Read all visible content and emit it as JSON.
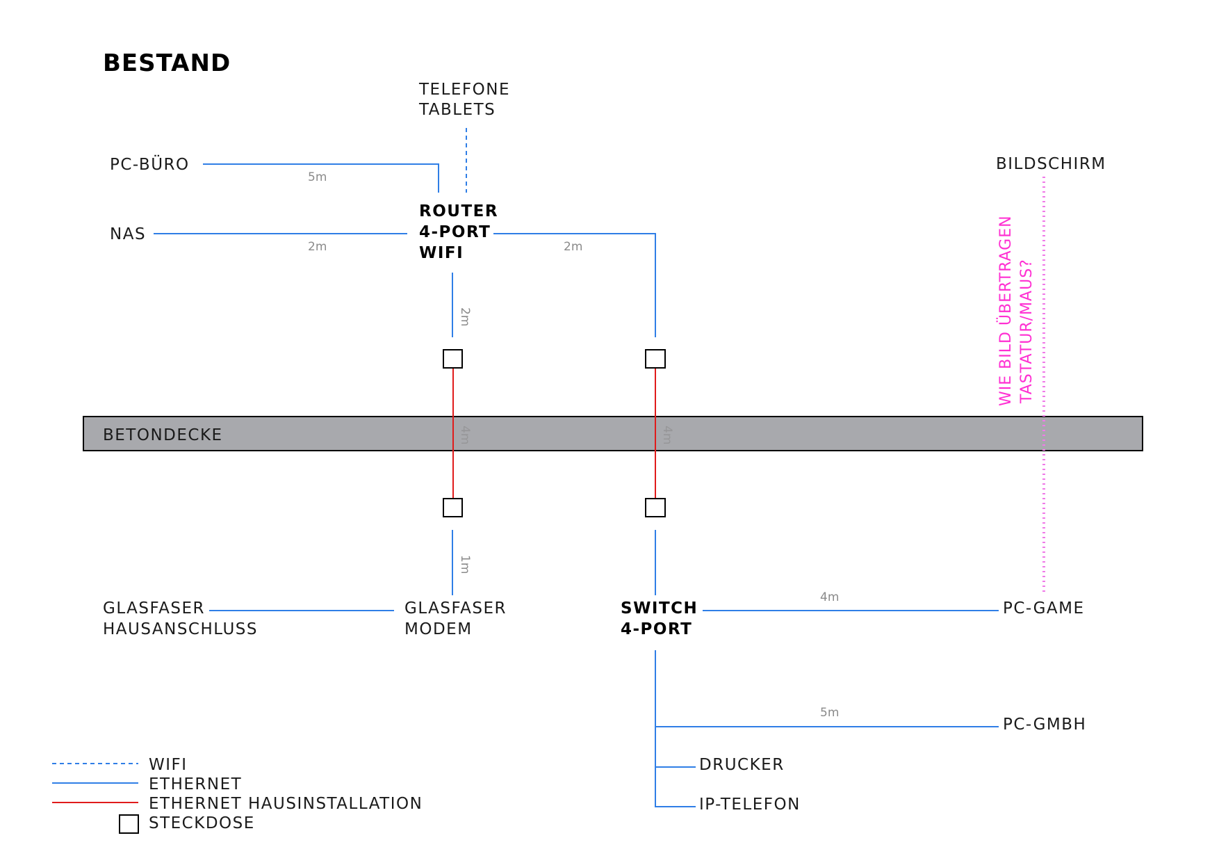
{
  "title": "BESTAND",
  "colors": {
    "ethernet": "#2f7ee6",
    "house_install": "#e01b1b",
    "dotted_link": "#f07be8",
    "note_text": "#ff2fd2",
    "slab": "#a8a9ad"
  },
  "nodes": {
    "telefone": "TELEFONE",
    "tablets": "TABLETS",
    "pc_buero": "PC-BÜRO",
    "nas": "NAS",
    "router_1": "ROUTER",
    "router_2": "4-PORT",
    "router_3": "WIFI",
    "bildschirm": "BILDSCHIRM",
    "betondecke": "BETONDECKE",
    "glasfaser_ha_1": "GLASFASER",
    "glasfaser_ha_2": "HAUSANSCHLUSS",
    "modem_1": "GLASFASER",
    "modem_2": "MODEM",
    "switch_1": "SWITCH",
    "switch_2": "4-PORT",
    "pc_game": "PC-GAME",
    "pc_gmbh": "PC-GMBH",
    "drucker": "DRUCKER",
    "ip_telefon": "IP-TELEFON"
  },
  "lengths": {
    "pc_buero": "5m",
    "nas": "2m",
    "router_switch": "2m",
    "router_down": "2m",
    "floor_left": "4m",
    "floor_right": "4m",
    "modem": "1m",
    "pc_game": "4m",
    "pc_gmbh": "5m"
  },
  "note": {
    "line1": "WIE BILD ÜBERTRAGEN",
    "line2": "TASTATUR/MAUS?"
  },
  "legend": {
    "wifi": "WIFI",
    "ethernet": "ETHERNET",
    "house": "ETHERNET HAUSINSTALLATION",
    "socket": "STECKDOSE"
  }
}
